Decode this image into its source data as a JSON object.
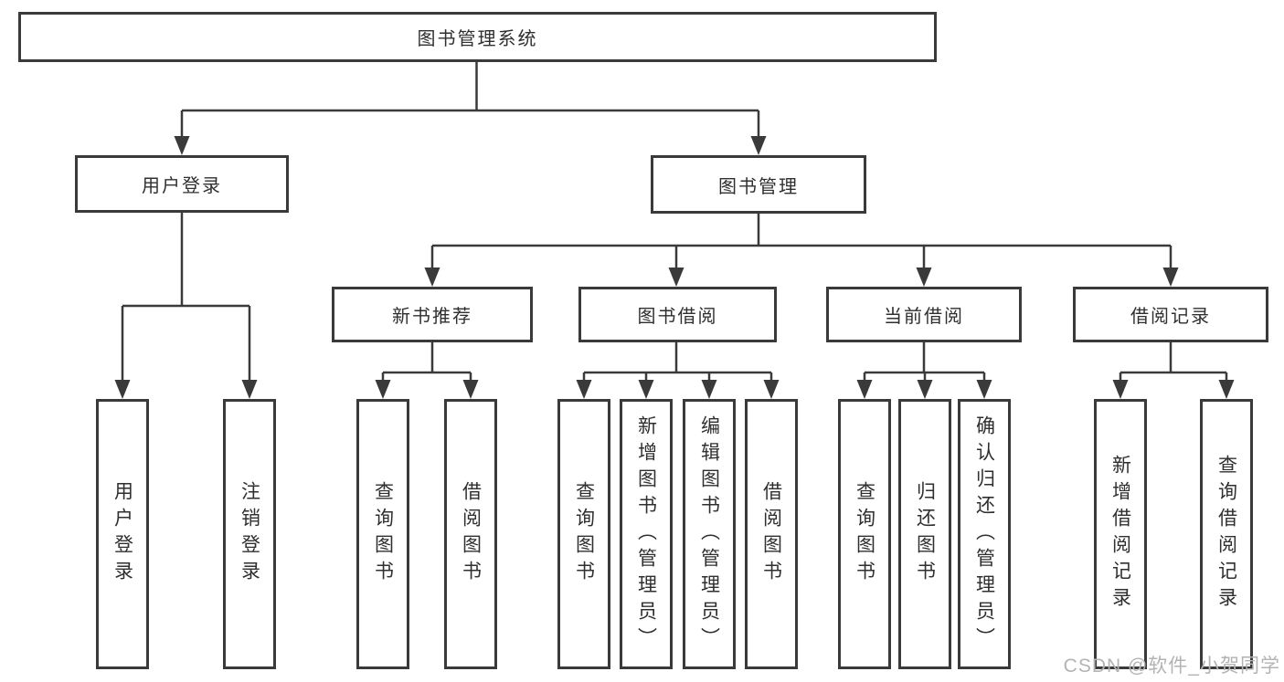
{
  "colors": {
    "line": "#3a3a3a",
    "box_border": "#3a3a3a",
    "text": "#2f2f2f",
    "background": "#ffffff",
    "watermark_text": "#b3b3b3"
  },
  "diagram": {
    "root": {
      "label": "图书管理系统"
    },
    "level2": [
      {
        "label": "用户登录"
      },
      {
        "label": "图书管理"
      }
    ],
    "level3": [
      {
        "label": "新书推荐"
      },
      {
        "label": "图书借阅"
      },
      {
        "label": "当前借阅"
      },
      {
        "label": "借阅记录"
      }
    ],
    "leaves": {
      "login": [
        "用户登录",
        "注销登录"
      ],
      "newbook": [
        "查询图书",
        "借阅图书"
      ],
      "bookborrow": [
        "查询图书",
        "新增图书（管理员）",
        "编辑图书（管理员）",
        "借阅图书"
      ],
      "current": [
        "查询图书",
        "归还图书",
        "确认归还（管理员）"
      ],
      "records": [
        "新增借阅记录",
        "查询借阅记录"
      ]
    }
  },
  "watermark": {
    "text": "CSDN @软件_小贺同学"
  }
}
